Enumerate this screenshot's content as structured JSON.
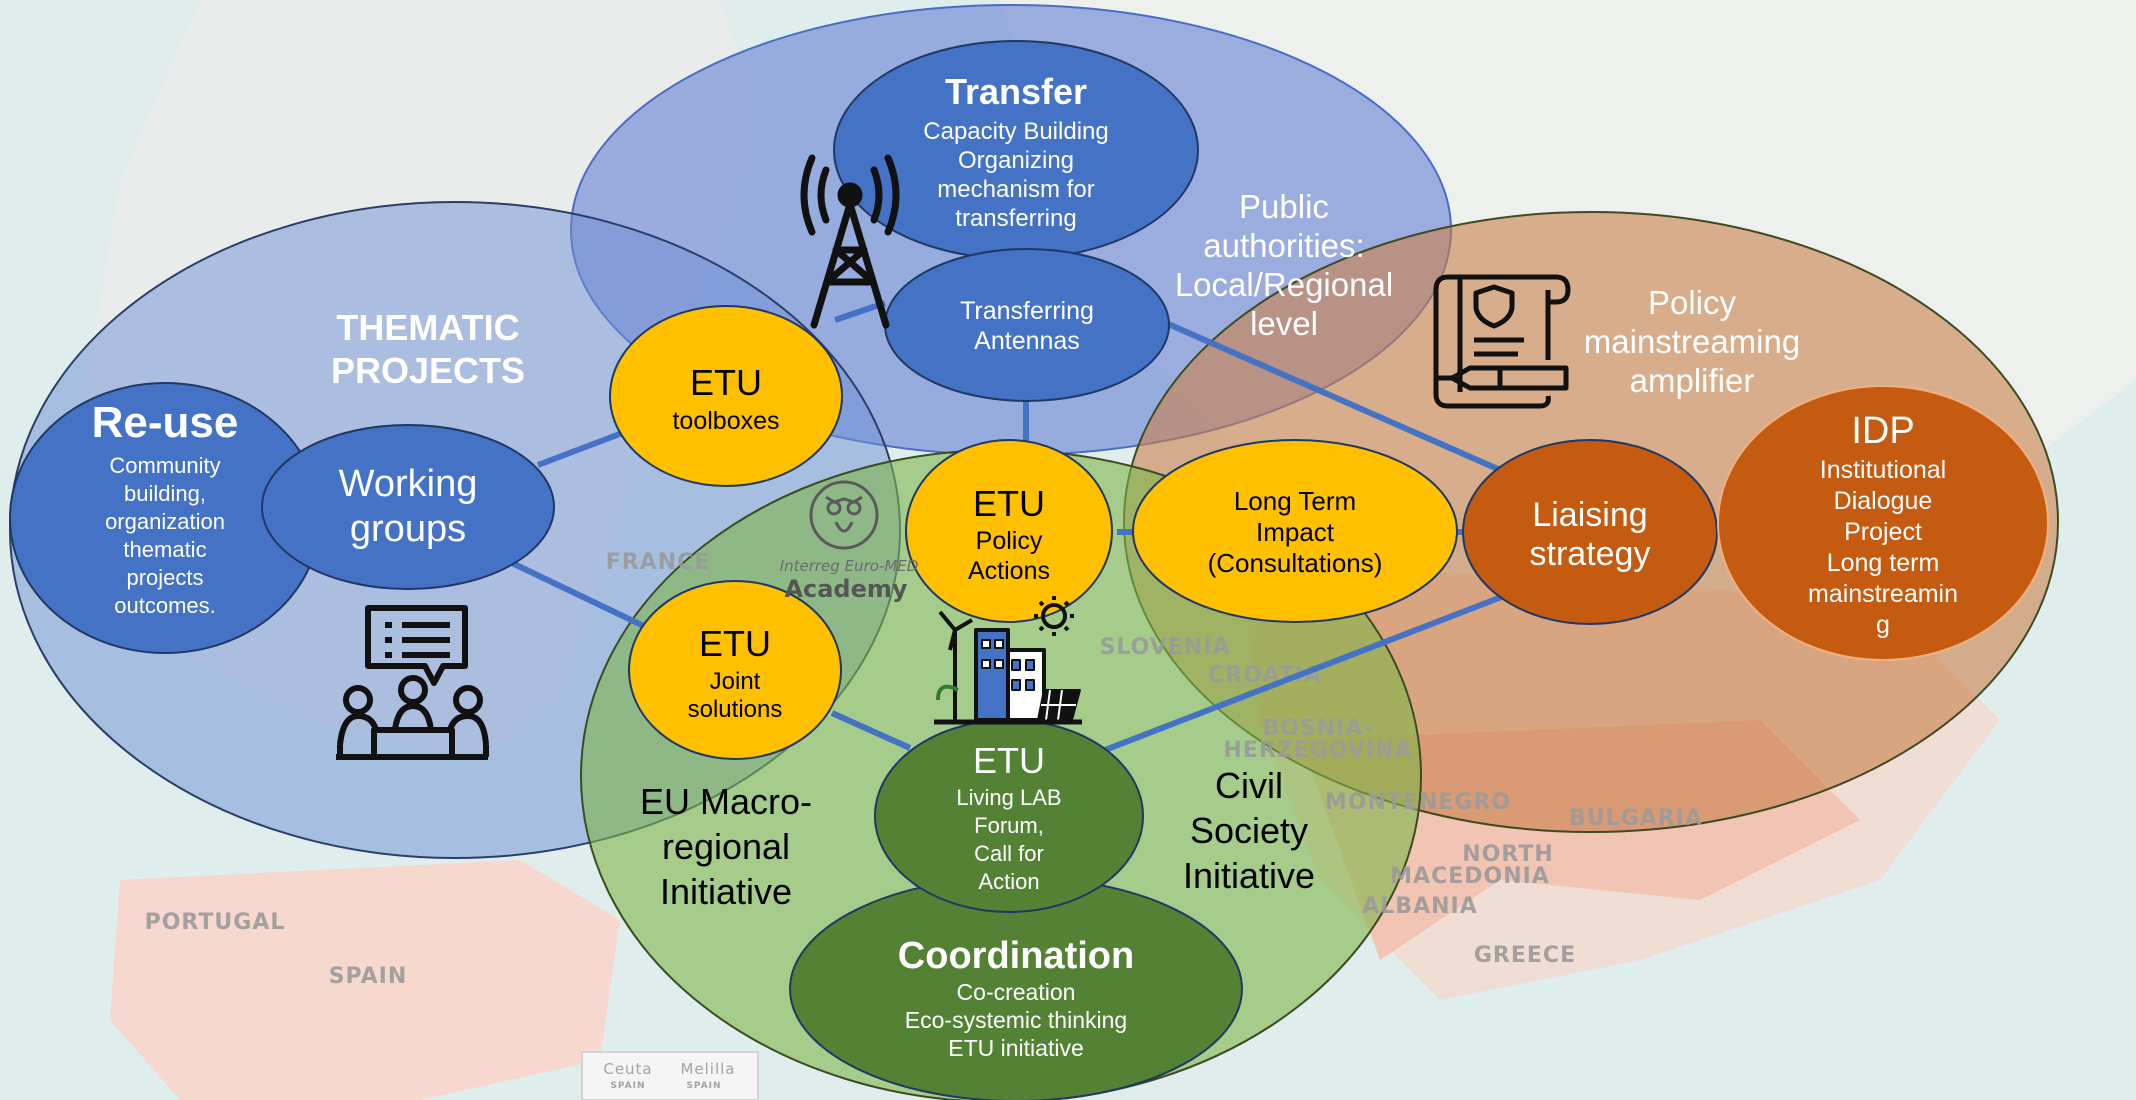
{
  "map_labels": {
    "france": "FRANCE",
    "portugal": "PORTUGAL",
    "spain": "SPAIN",
    "slovenia": "SLOVENIA",
    "croatia": "CROATIA",
    "bosnia_1": "BOSNIA-",
    "bosnia_2": "HERZEGOVINA",
    "montenegro": "MONTENEGRO",
    "north_1": "NORTH",
    "north_2": "MACEDONIA",
    "albania": "ALBANIA",
    "greece": "GREECE",
    "bulgaria": "BULGARIA",
    "ceuta": "Ceuta",
    "ceuta_sub": "SPAIN",
    "melilla": "Melilla",
    "melilla_sub": "SPAIN"
  },
  "logo": {
    "line1": "Interreg Euro-MED",
    "line2": "Academy",
    "icon": "owl-icon"
  },
  "regions": {
    "thematic": {
      "line1": "THEMATIC",
      "line2": "PROJECTS",
      "color": "#6e8fd6"
    },
    "public": {
      "line1": "Public",
      "line2": "authorities:",
      "line3": "Local/Regional",
      "line4": "level",
      "color": "#7f96d8"
    },
    "policy": {
      "line1": "Policy",
      "line2": "mainstreaming",
      "line3": "amplifier",
      "color": "#c9804a"
    },
    "eu_macro": {
      "line1": "EU Macro-",
      "line2": "regional",
      "line3": "Initiative",
      "color": "#6fa63b"
    },
    "civil": {
      "line1": "Civil",
      "line2": "Society",
      "line3": "Initiative"
    }
  },
  "nodes": {
    "transfer": {
      "title": "Transfer",
      "l1": "Capacity Building",
      "l2": "Organizing",
      "l3": "mechanism for",
      "l4": "transferring",
      "color": "#4472c4"
    },
    "antennas": {
      "l1": "Transferring",
      "l2": "Antennas"
    },
    "reuse": {
      "title": "Re-use",
      "l1": "Community",
      "l2": "building,",
      "l3": "organization",
      "l4": "thematic",
      "l5": "projects",
      "l6": "outcomes."
    },
    "working": {
      "l1": "Working",
      "l2": "groups"
    },
    "toolboxes": {
      "l1": "ETU",
      "l2": "toolboxes",
      "color": "#ffc000"
    },
    "policy_actions": {
      "l1": "ETU",
      "l2": "Policy",
      "l3": "Actions"
    },
    "joint": {
      "l1": "ETU",
      "l2": "Joint",
      "l3": "solutions"
    },
    "long_term": {
      "l1": "Long Term",
      "l2": "Impact",
      "l3": "(Consultations)"
    },
    "liaising": {
      "l1": "Liaising",
      "l2": "strategy",
      "color": "#c55a11"
    },
    "idp": {
      "title": "IDP",
      "l1": "Institutional",
      "l2": "Dialogue",
      "l3": "Project",
      "l4": "Long term",
      "l5": "mainstreamin",
      "l6": "g"
    },
    "living_lab": {
      "l1": "ETU",
      "l2": "Living LAB",
      "l3": "Forum,",
      "l4": "Call for",
      "l5": "Action",
      "color": "#548235"
    },
    "coordination": {
      "title": "Coordination",
      "l1": "Co-creation",
      "l2": "Eco-systemic thinking",
      "l3": "ETU initiative"
    }
  },
  "connector_color": "#4472c4",
  "icons": [
    "antenna-tower-icon",
    "meeting-icon",
    "certificate-pen-icon",
    "sustainable-city-icon"
  ]
}
